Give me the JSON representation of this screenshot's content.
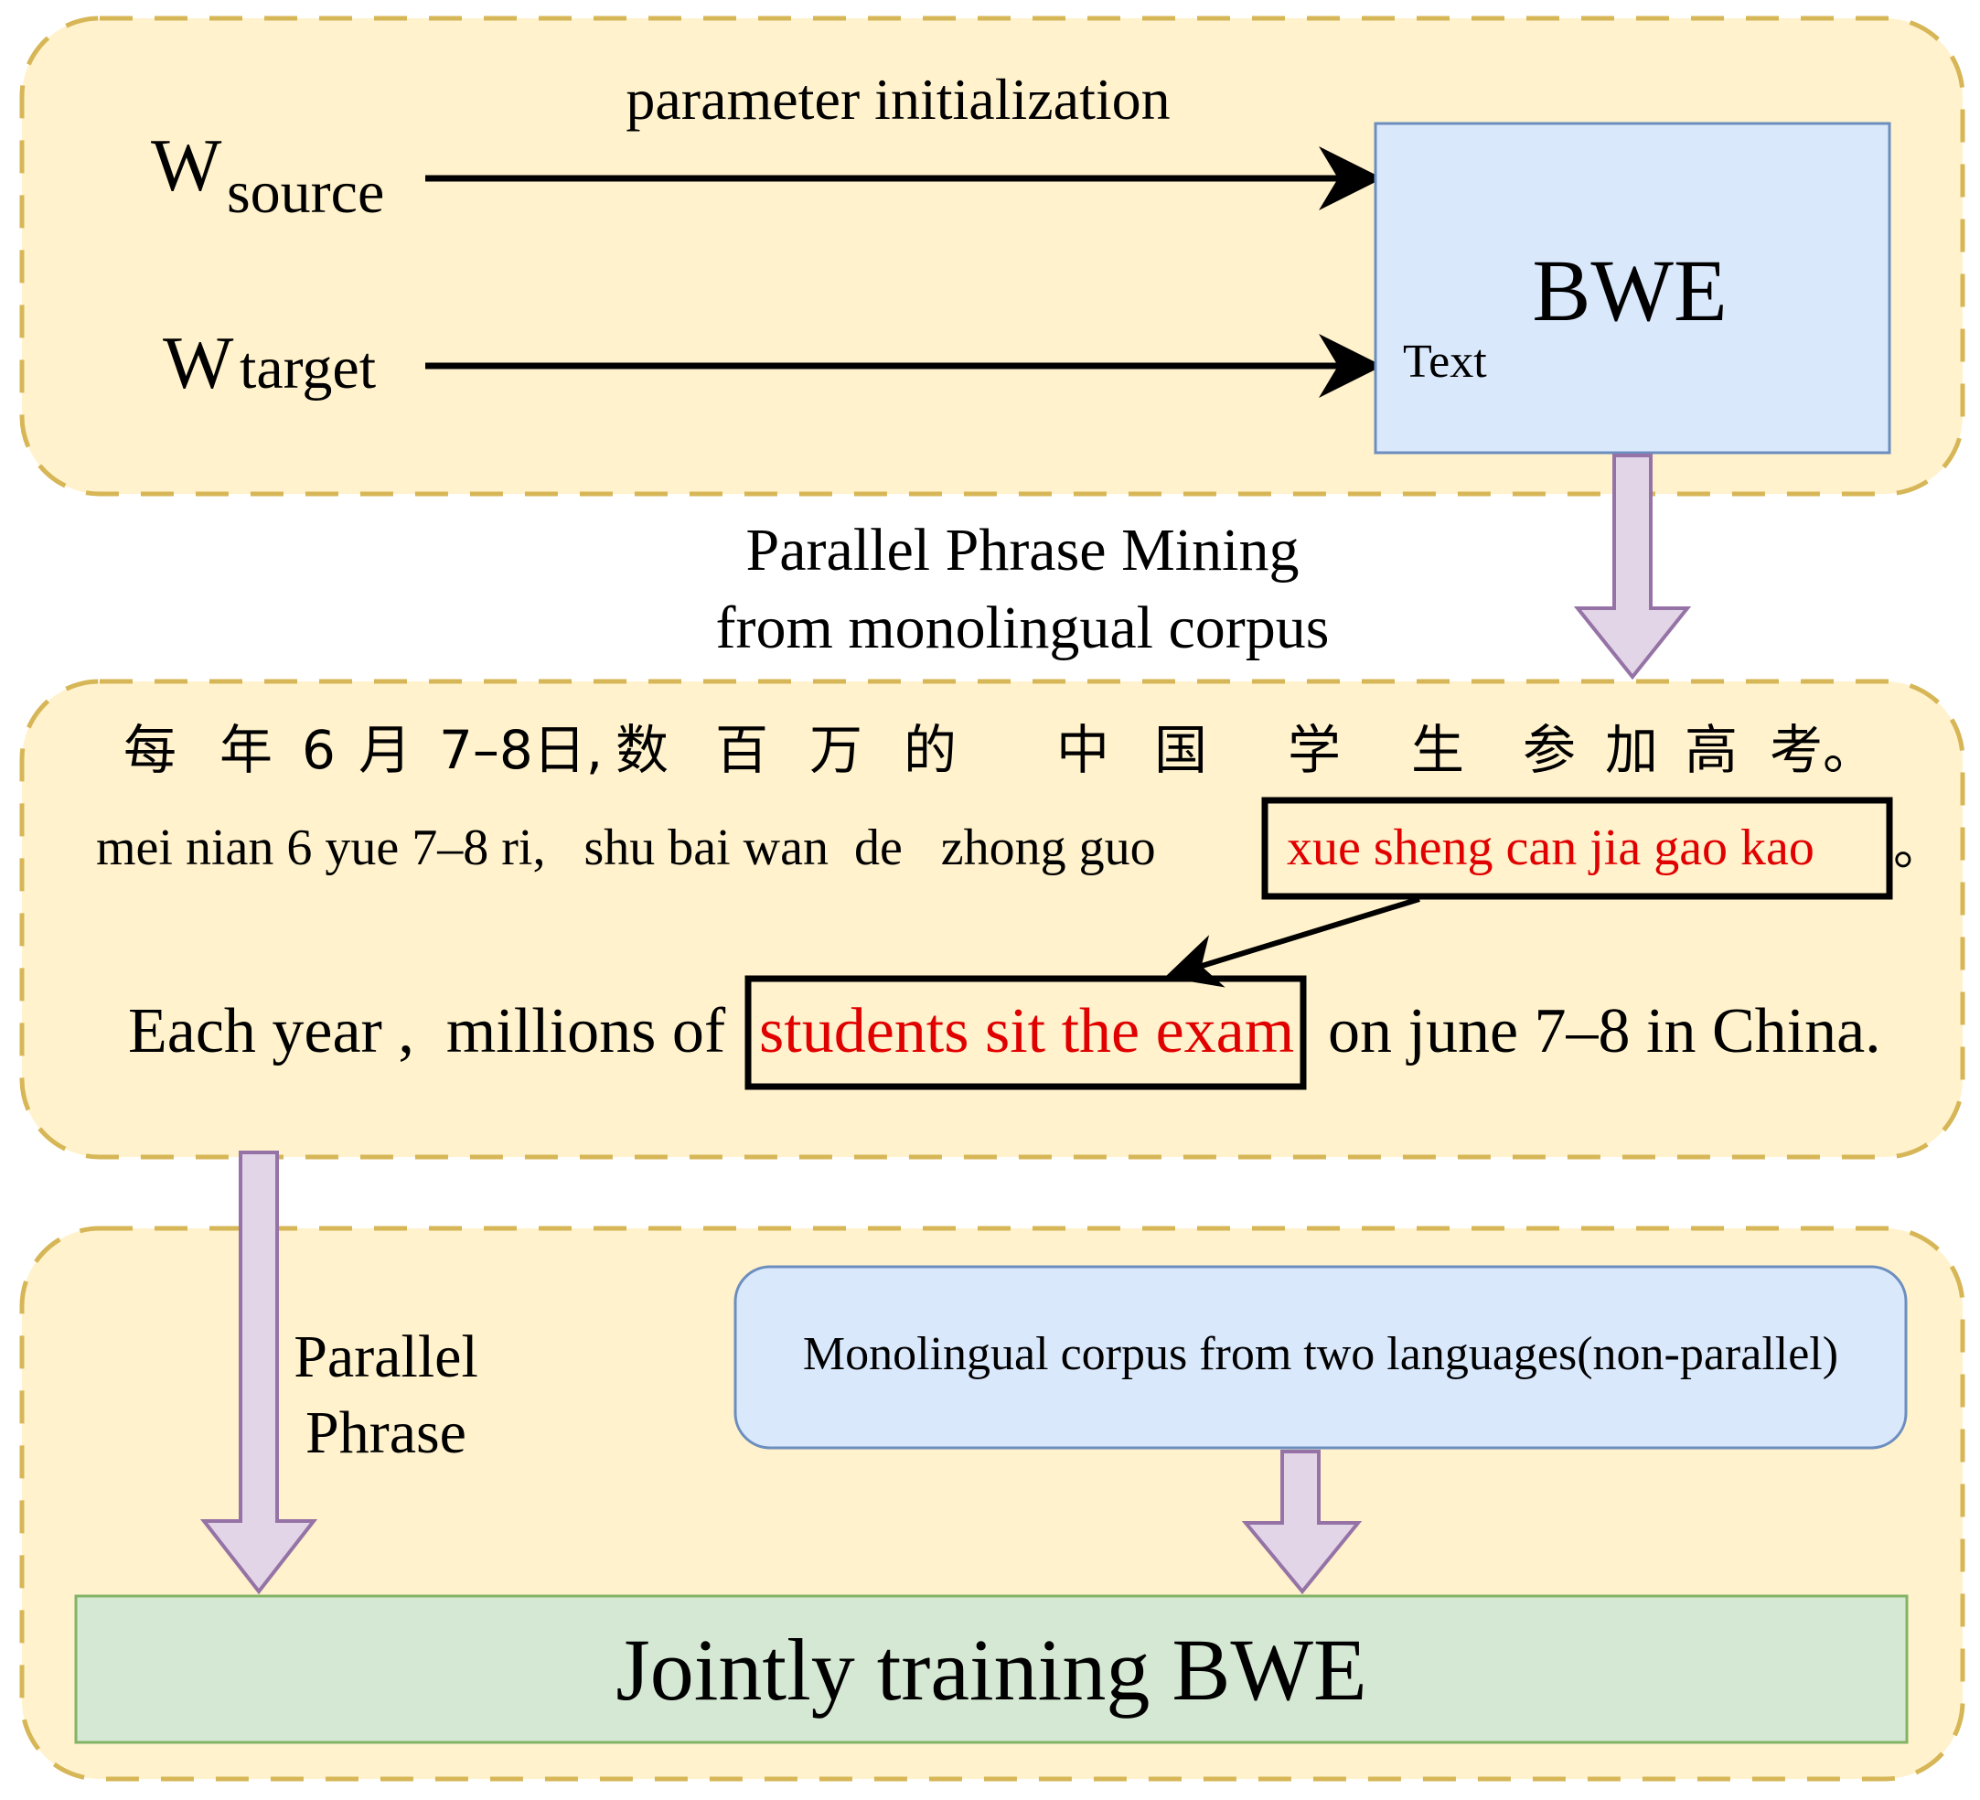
{
  "colors": {
    "panel_fill": "#fff2cc",
    "panel_border": "#d6b656",
    "blue_fill": "#dae8fc",
    "blue_border": "#6c8ebf",
    "purple_fill": "#e1d5e7",
    "purple_border": "#9673a6",
    "green_fill": "#d5e8d4",
    "green_border": "#82b366",
    "highlight_text": "#e00000",
    "text": "#000000"
  },
  "top_panel": {
    "w_source_base": "W",
    "w_source_sub": "source",
    "w_target_base": "W",
    "w_target_sub": "target",
    "arrow_label": "parameter initialization",
    "bwe_box_title": "BWE",
    "bwe_box_placeholder": "Text"
  },
  "mining_label": {
    "line1": "Parallel Phrase Mining",
    "line2": "from monolingual corpus"
  },
  "middle_panel": {
    "chinese_tokens": [
      "每",
      "年",
      "6",
      "月",
      "7–8日,",
      "数",
      "百",
      "万",
      "的",
      "中",
      "国",
      "学",
      "生",
      "参",
      "加",
      "高",
      "考。"
    ],
    "pinyin_plain": "mei nian 6 yue 7–8 ri,   shu bai wan  de   zhong guo",
    "pinyin_highlight": "xue sheng can jia gao kao",
    "pinyin_end": "。",
    "english_before": "Each year ,  millions of",
    "english_highlight": "students sit the exam",
    "english_after": "on june 7–8 in China."
  },
  "bottom_panel": {
    "parallel_phrase_line1": "Parallel",
    "parallel_phrase_line2": "Phrase",
    "monolingual_box": "Monolingual corpus from two languages(non-parallel)",
    "joint_box": "Jointly training BWE"
  }
}
